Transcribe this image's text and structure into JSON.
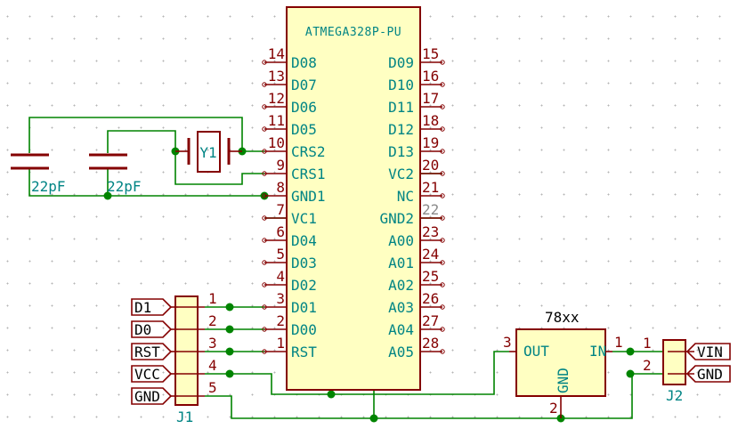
{
  "mcu": {
    "title": "ATMEGA328P-PU",
    "left_pins": [
      {
        "num": "14",
        "name": "D08"
      },
      {
        "num": "13",
        "name": "D07"
      },
      {
        "num": "12",
        "name": "D06"
      },
      {
        "num": "11",
        "name": "D05"
      },
      {
        "num": "10",
        "name": "CRS2"
      },
      {
        "num": "9",
        "name": "CRS1"
      },
      {
        "num": "8",
        "name": "GND1"
      },
      {
        "num": "7",
        "name": "VC1"
      },
      {
        "num": "6",
        "name": "D04"
      },
      {
        "num": "5",
        "name": "D03"
      },
      {
        "num": "4",
        "name": "D02"
      },
      {
        "num": "3",
        "name": "D01"
      },
      {
        "num": "2",
        "name": "D00"
      },
      {
        "num": "1",
        "name": "RST"
      }
    ],
    "right_pins": [
      {
        "num": "15",
        "name": "D09"
      },
      {
        "num": "16",
        "name": "D10"
      },
      {
        "num": "17",
        "name": "D11"
      },
      {
        "num": "18",
        "name": "D12"
      },
      {
        "num": "19",
        "name": "D13"
      },
      {
        "num": "20",
        "name": "VC2"
      },
      {
        "num": "21",
        "name": "NC"
      },
      {
        "num": "22",
        "name": "GND2"
      },
      {
        "num": "23",
        "name": "A00"
      },
      {
        "num": "24",
        "name": "A01"
      },
      {
        "num": "25",
        "name": "A02"
      },
      {
        "num": "26",
        "name": "A03"
      },
      {
        "num": "27",
        "name": "A04"
      },
      {
        "num": "28",
        "name": "A05"
      }
    ]
  },
  "crystal": {
    "ref": "Y1"
  },
  "capacitors": [
    {
      "value": "22pF"
    },
    {
      "value": "22pF"
    }
  ],
  "j1": {
    "ref": "J1",
    "pins": [
      {
        "num": "1",
        "label": "D1"
      },
      {
        "num": "2",
        "label": "D0"
      },
      {
        "num": "3",
        "label": "RST"
      },
      {
        "num": "4",
        "label": "VCC"
      },
      {
        "num": "5",
        "label": "GND"
      }
    ]
  },
  "regulator": {
    "value": "78xx",
    "out": "OUT",
    "in": "IN",
    "gnd": "GND",
    "pin_out": "3",
    "pin_in": "1",
    "pin_gnd": "2"
  },
  "j2": {
    "ref": "J2",
    "pins": [
      {
        "num": "1",
        "label": "VIN"
      },
      {
        "num": "2",
        "label": "GND"
      }
    ]
  },
  "colors": {
    "wire": "#008400",
    "component": "#840000",
    "fill": "#ffffc2",
    "text": "#008484"
  }
}
